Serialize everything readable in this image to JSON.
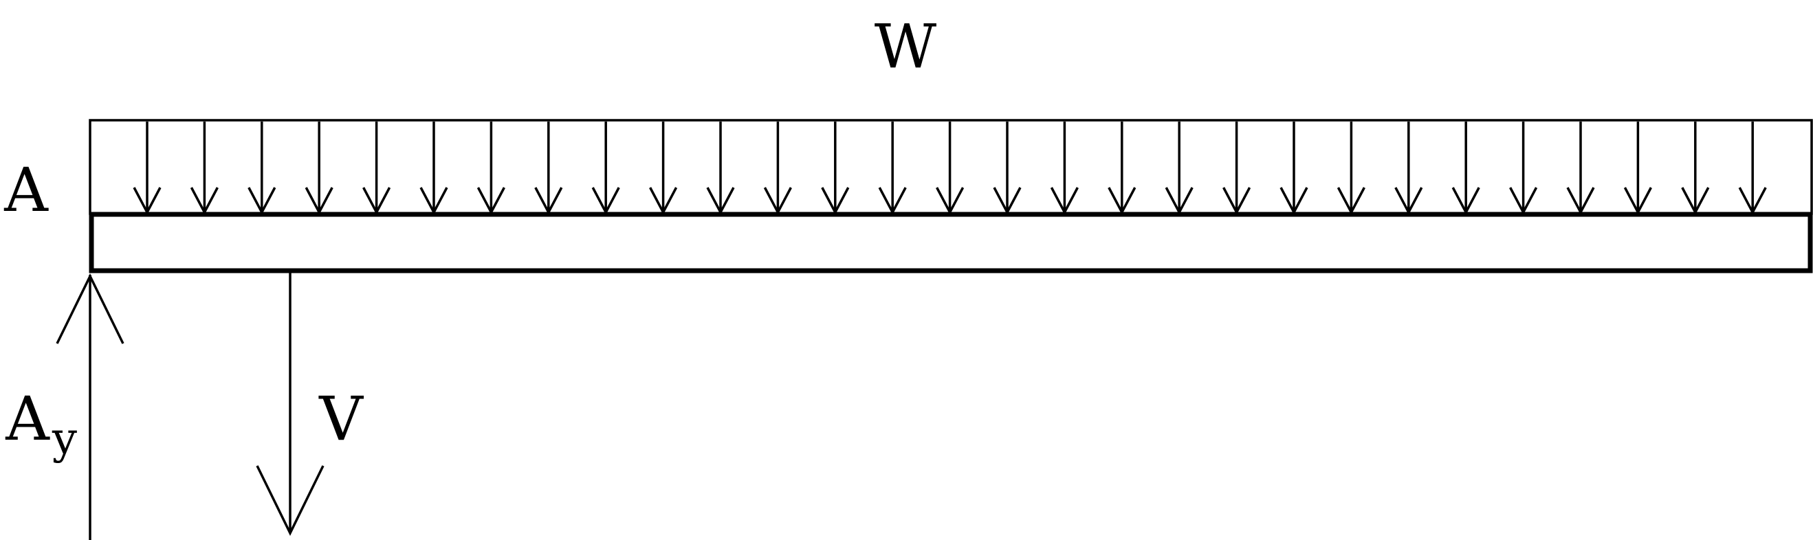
{
  "labels": {
    "load": "W",
    "support_point": "A",
    "reaction_main": "A",
    "reaction_sub": "y",
    "shear": "V"
  },
  "colors": {
    "ink": "#000000",
    "background": "#ffffff"
  },
  "load": {
    "arrow_count": 29
  }
}
